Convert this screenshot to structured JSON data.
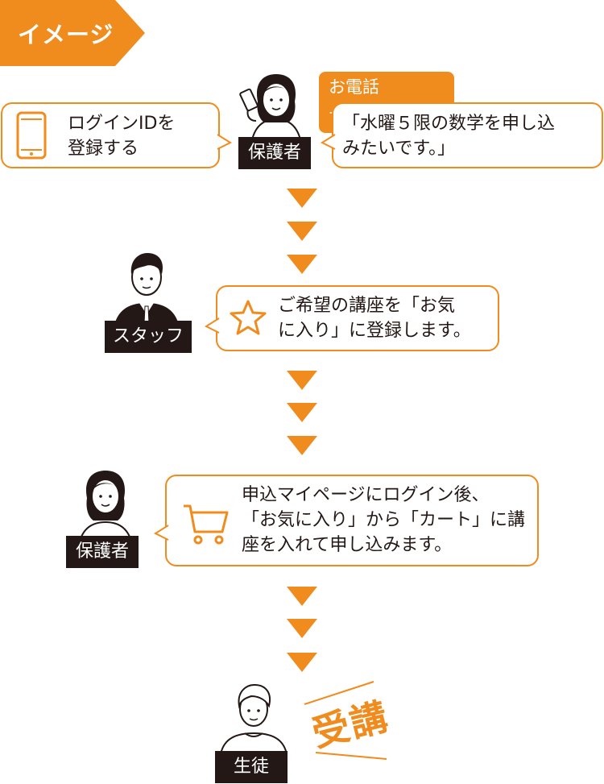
{
  "header": {
    "tag_label": "イメージ"
  },
  "step1": {
    "left_bubble_text": "ログインIDを\n登録する",
    "role_label": "保護者",
    "call_pill": "お電話で・・・",
    "right_bubble_text": "「水曜５限の数学を申し込\nみたいです。」"
  },
  "step2": {
    "role_label": "スタッフ",
    "bubble_text": "ご希望の講座を「お気\nに入り」に登録します。"
  },
  "step3": {
    "role_label": "保護者",
    "bubble_text": "申込マイページにログイン後、\n「お気に入り」から「カート」に講\n座を入れて申し込みます。"
  },
  "step4": {
    "role_label": "生徒",
    "result_text": "受講"
  },
  "colors": {
    "accent": "#f08c1e",
    "dark": "#231815"
  },
  "icons": [
    "smartphone-icon",
    "star-icon",
    "shopping-cart-icon",
    "phone-handset-icon"
  ]
}
